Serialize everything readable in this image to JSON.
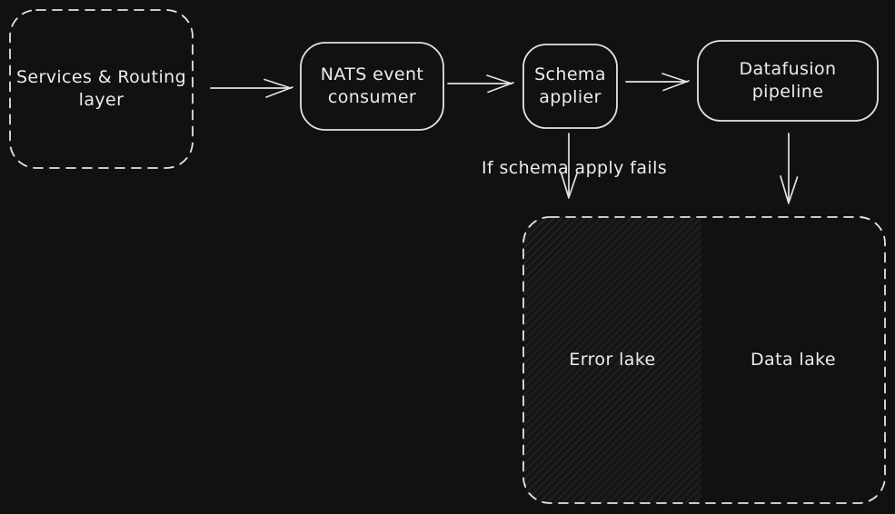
{
  "colors": {
    "background": "#111111",
    "stroke": "#e3e3e3",
    "text": "#ececec",
    "hatch_line": "#2e2e2e"
  },
  "nodes": [
    {
      "id": "services-routing-layer",
      "label": "Services & Routing layer",
      "border": "dashed"
    },
    {
      "id": "nats-event-consumer",
      "label": "NATS event consumer",
      "border": "solid"
    },
    {
      "id": "schema-applier",
      "label": "Schema applier",
      "border": "solid"
    },
    {
      "id": "datafusion-pipeline",
      "label": "Datafusion pipeline",
      "border": "solid"
    },
    {
      "id": "error-lake",
      "label": "Error lake",
      "fill": "hachure"
    },
    {
      "id": "data-lake",
      "label": "Data lake",
      "fill": "none"
    }
  ],
  "containers": [
    {
      "id": "lakes-container",
      "border": "dashed"
    }
  ],
  "edges": [
    {
      "from": "services-routing-layer",
      "to": "nats-event-consumer",
      "label": ""
    },
    {
      "from": "nats-event-consumer",
      "to": "schema-applier",
      "label": ""
    },
    {
      "from": "schema-applier",
      "to": "datafusion-pipeline",
      "label": ""
    },
    {
      "from": "schema-applier",
      "to": "error-lake",
      "label": "If schema apply fails"
    },
    {
      "from": "datafusion-pipeline",
      "to": "data-lake",
      "label": ""
    }
  ]
}
